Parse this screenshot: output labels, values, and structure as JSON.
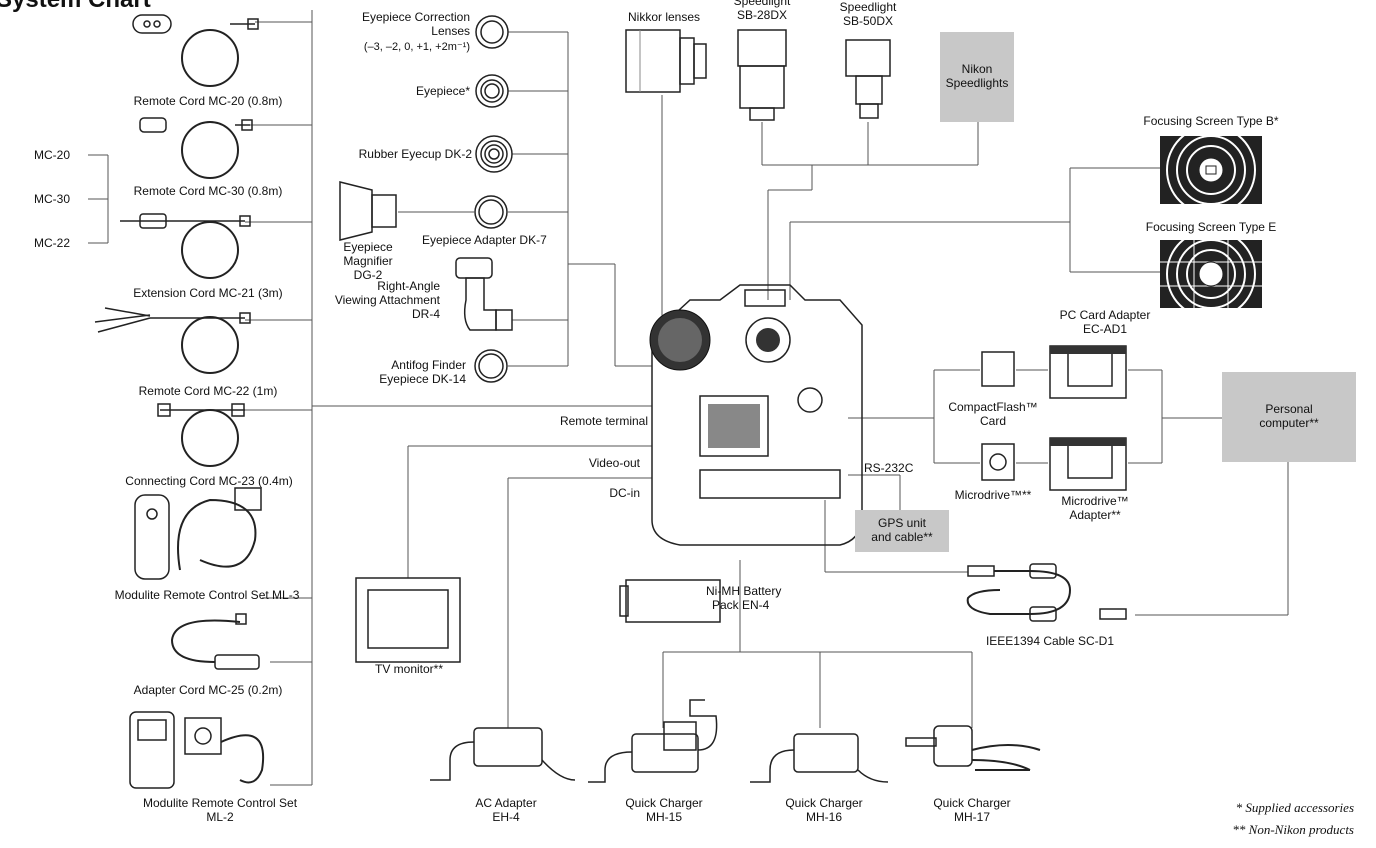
{
  "title": "System Chart",
  "left_column": {
    "mc20": "Remote Cord MC-20 (0.8m)",
    "mc30": "Remote Cord MC-30 (0.8m)",
    "mc21": "Extension Cord MC-21 (3m)",
    "mc22": "Remote Cord MC-22 (1m)",
    "mc23": "Connecting Cord MC-23 (0.4m)",
    "ml3": "Modulite Remote Control Set ML-3",
    "mc25": "Adapter Cord MC-25 (0.2m)",
    "ml2_l1": "Modulite Remote Control Set",
    "ml2_l2": "ML-2"
  },
  "mc_bracket": {
    "a": "MC-20",
    "b": "MC-30",
    "c": "MC-22"
  },
  "eyepiece": {
    "corr_l1": "Eyepiece Correction",
    "corr_l2": "Lenses",
    "corr_l3": "(–3, –2, 0, +1, +2m⁻¹)",
    "eyepiece": "Eyepiece*",
    "eyecup": "Rubber Eyecup DK-2",
    "adapter": "Eyepiece Adapter DK-7",
    "mag_l1": "Eyepiece",
    "mag_l2": "Magnifier",
    "mag_l3": "DG-2",
    "ra_l1": "Right-Angle",
    "ra_l2": "Viewing Attachment",
    "ra_l3": "DR-4",
    "af_l1": "Antifog Finder",
    "af_l2": "Eyepiece DK-14"
  },
  "top": {
    "nikkor": "Nikkor lenses",
    "sb28_l1": "Speedlight",
    "sb28_l2": "SB-28DX",
    "sb50_l1": "Speedlight",
    "sb50_l2": "SB-50DX",
    "nikon_sl_l1": "Nikon",
    "nikon_sl_l2": "Speedlights"
  },
  "screens": {
    "b": "Focusing Screen Type B*",
    "e": "Focusing Screen Type E"
  },
  "camera_ports": {
    "remote": "Remote terminal",
    "video": "Video-out",
    "dcin": "DC-in",
    "rs232": "RS-232C"
  },
  "storage": {
    "pc_l1": "PC Card Adapter",
    "pc_l2": "EC-AD1",
    "cf_l1": "CompactFlash™",
    "cf_l2": "Card",
    "md": "Microdrive™**",
    "mda_l1": "Microdrive™",
    "mda_l2": "Adapter**",
    "pcomp_l1": "Personal",
    "pcomp_l2": "computer**",
    "gps_l1": "GPS unit",
    "gps_l2": "and cable**",
    "ieee": "IEEE1394 Cable SC-D1"
  },
  "power": {
    "batt_l1": "Ni-MH Battery",
    "batt_l2": "Pack EN-4",
    "tv": "TV monitor**",
    "ac_l1": "AC Adapter",
    "ac_l2": "EH-4",
    "q15_l1": "Quick Charger",
    "q15_l2": "MH-15",
    "q16_l1": "Quick Charger",
    "q16_l2": "MH-16",
    "q17_l1": "Quick Charger",
    "q17_l2": "MH-17"
  },
  "notes": {
    "supplied": "* Supplied accessories",
    "non_nikon": "** Non-Nikon products"
  }
}
